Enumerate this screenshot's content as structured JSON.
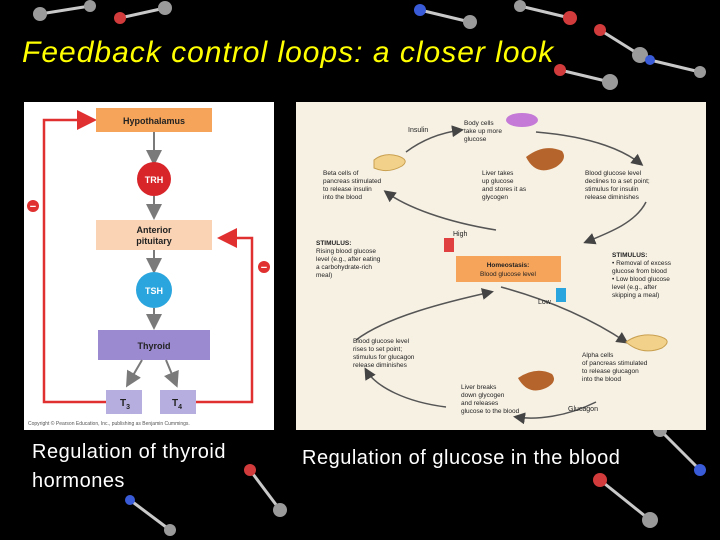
{
  "title": "Feedback control loops: a closer look",
  "thyroid_diagram": {
    "hypothalamus": "Hypothalamus",
    "trh": "TRH",
    "anterior_pituitary_line1": "Anterior",
    "anterior_pituitary_line2": "pituitary",
    "tsh": "TSH",
    "thyroid": "Thyroid",
    "t3": "T",
    "t3_sub": "3",
    "t4": "T",
    "t4_sub": "4",
    "minus1": "−",
    "minus2": "−",
    "copyright": "Copyright © Pearson Education, Inc., publishing as Benjamin Cummings."
  },
  "glucose_diagram": {
    "insulin": "Insulin",
    "body_cells": [
      "Body cells",
      "take up more",
      "glucose"
    ],
    "beta_cells": [
      "Beta cells of",
      "pancreas stimulated",
      "to release insulin",
      "into the blood"
    ],
    "liver_takes": [
      "Liver takes",
      "up glucose",
      "and stores it as",
      "glycogen"
    ],
    "blood_declines": [
      "Blood glucose level",
      "declines to a set point;",
      "stimulus for insulin",
      "release diminishes"
    ],
    "high": "High",
    "stimulus_left": [
      "STIMULUS:",
      "Rising blood glucose",
      "level (e.g., after eating",
      "a carbohydrate-rich",
      "meal)"
    ],
    "homeostasis": [
      "Homeostasis:",
      "Blood glucose level"
    ],
    "stimulus_right": [
      "STIMULUS:",
      "• Removal of excess",
      "  glucose from blood",
      "• Low blood glucose",
      "  level (e.g., after",
      "  skipping a meal)"
    ],
    "low": "Low",
    "blood_rises": [
      "Blood glucose level",
      "rises to set point;",
      "stimulus for glucagon",
      "release diminishes"
    ],
    "alpha_cells": [
      "Alpha cells",
      "of pancreas stimulated",
      "to release glucagon",
      "into the blood"
    ],
    "liver_breaks": [
      "Liver breaks",
      "down glycogen",
      "and releases",
      "glucose to the blood"
    ],
    "glucagon": "Glucagon"
  },
  "captions": {
    "left": "Regulation of thyroid hormones",
    "right": "Regulation of glucose in the blood"
  },
  "colors": {
    "title": "#ffff00",
    "box_orange": "#f6a45a",
    "box_peach": "#f9d3b4",
    "box_purple": "#9c8ad0",
    "hormone_red": "#d8252a",
    "hormone_blue": "#2aa5dd",
    "arrow_red": "#e03030"
  }
}
